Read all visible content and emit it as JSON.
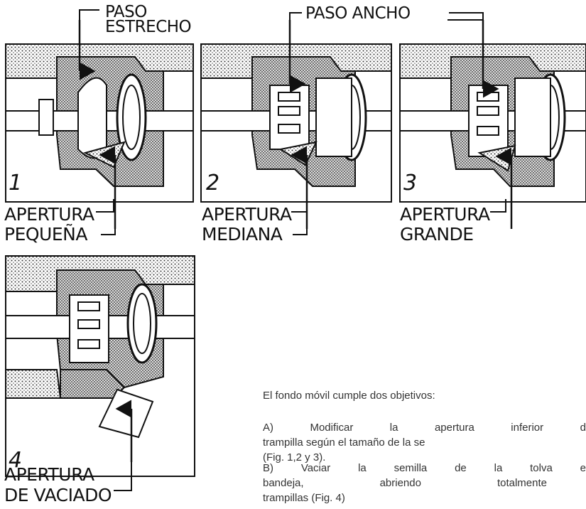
{
  "labels": {
    "paso_estrecho_line1": "PASO",
    "paso_estrecho_line2": "ESTRECHO",
    "paso_ancho": "PASO ANCHO"
  },
  "panels": [
    {
      "number": "1",
      "caption_line1": "APERTURA",
      "caption_line2": "PEQUEÑA"
    },
    {
      "number": "2",
      "caption_line1": "APERTURA",
      "caption_line2": "MEDIANA"
    },
    {
      "number": "3",
      "caption_line1": "APERTURA",
      "caption_line2": "GRANDE"
    },
    {
      "number": "4",
      "caption_line1": "APERTURA",
      "caption_line2": "DE VACIADO"
    }
  ],
  "description": {
    "intro": "El fondo móvil cumple dos objetivos:",
    "a_line1_words": [
      "A)",
      "Modificar",
      "la",
      "apertura",
      "inferior",
      "d"
    ],
    "a_line2": "trampilla según el tamaño de la se",
    "a_line3": "(Fig. 1,2 y 3).",
    "b_line1_words": [
      "B)",
      "Vaciar",
      "la",
      "semilla",
      "de",
      "la",
      "tolva",
      "e"
    ],
    "b_line2_words": [
      "bandeja,",
      "abriendo",
      "totalmente"
    ],
    "b_line3": "trampillas (Fig. 4)"
  }
}
